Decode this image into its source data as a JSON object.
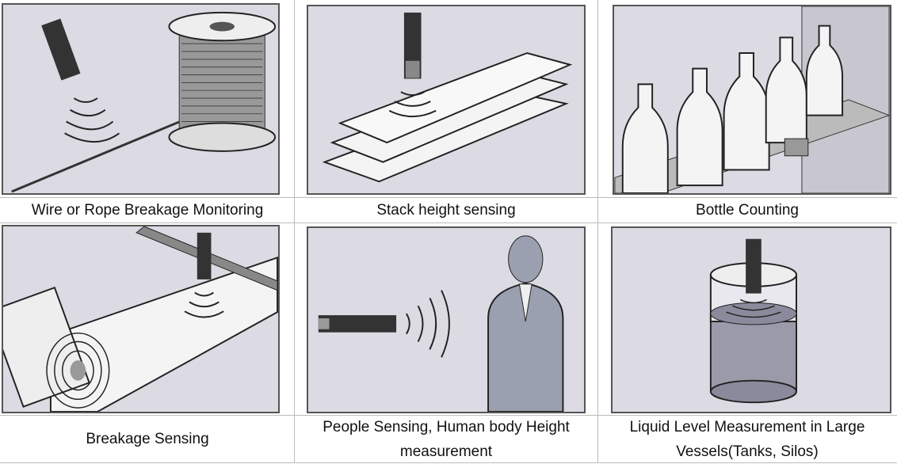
{
  "items": [
    {
      "caption": "Wire or Rope Breakage Monitoring",
      "image": "wire-spool-illustration"
    },
    {
      "caption": "Stack height sensing",
      "image": "stacked-boards-illustration"
    },
    {
      "caption": "Bottle Counting",
      "image": "bottles-conveyor-illustration"
    },
    {
      "caption": "Breakage Sensing",
      "image": "paper-roll-illustration"
    },
    {
      "caption": "People Sensing, Human body Height measurement",
      "image": "person-sensor-illustration"
    },
    {
      "caption": "Liquid Level Measurement in Large Vessels(Tanks, Silos)",
      "image": "tank-level-illustration"
    }
  ]
}
